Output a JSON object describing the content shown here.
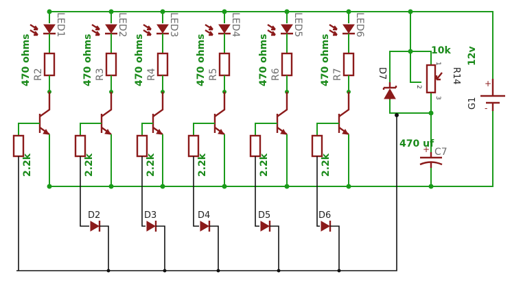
{
  "channels": [
    {
      "led": "LED1",
      "led_res_value": "470 ohms",
      "led_res": "R2",
      "base_res_value": "2.2k",
      "base_res": "",
      "diode": ""
    },
    {
      "led": "LED2",
      "led_res_value": "470 ohms",
      "led_res": "R3",
      "base_res_value": "2.2k",
      "base_res": "",
      "diode": "D2"
    },
    {
      "led": "LED3",
      "led_res_value": "470 ohms",
      "led_res": "R4",
      "base_res_value": "2.2k",
      "base_res": "",
      "diode": "D3"
    },
    {
      "led": "LED4",
      "led_res_value": "470 ohms",
      "led_res": "R5",
      "base_res_value": "2.2k",
      "base_res": "",
      "diode": "D4"
    },
    {
      "led": "LED5",
      "led_res_value": "470 ohms",
      "led_res": "R6",
      "base_res_value": "2.2k",
      "base_res": "",
      "diode": "D5"
    },
    {
      "led": "LED6",
      "led_res_value": "470 ohms",
      "led_res": "R7",
      "base_res_value": "2.2k",
      "base_res": "",
      "diode": "D6"
    }
  ],
  "zener": {
    "name": "D7"
  },
  "pot": {
    "name": "R14",
    "value": "10k",
    "pin1": "1",
    "pin2": "2",
    "pin3": "3"
  },
  "capacitor": {
    "name": "C7",
    "value": "470 uf",
    "polarity": "+"
  },
  "battery": {
    "name": "G1",
    "value": "12v",
    "plus": "+",
    "minus": "-"
  },
  "colors": {
    "wire": "#1a9a1a",
    "component": "#8b1a1a",
    "label_value": "#1a8a1a",
    "label_name": "#6e6e6e",
    "bottom_wire": "#111111"
  }
}
